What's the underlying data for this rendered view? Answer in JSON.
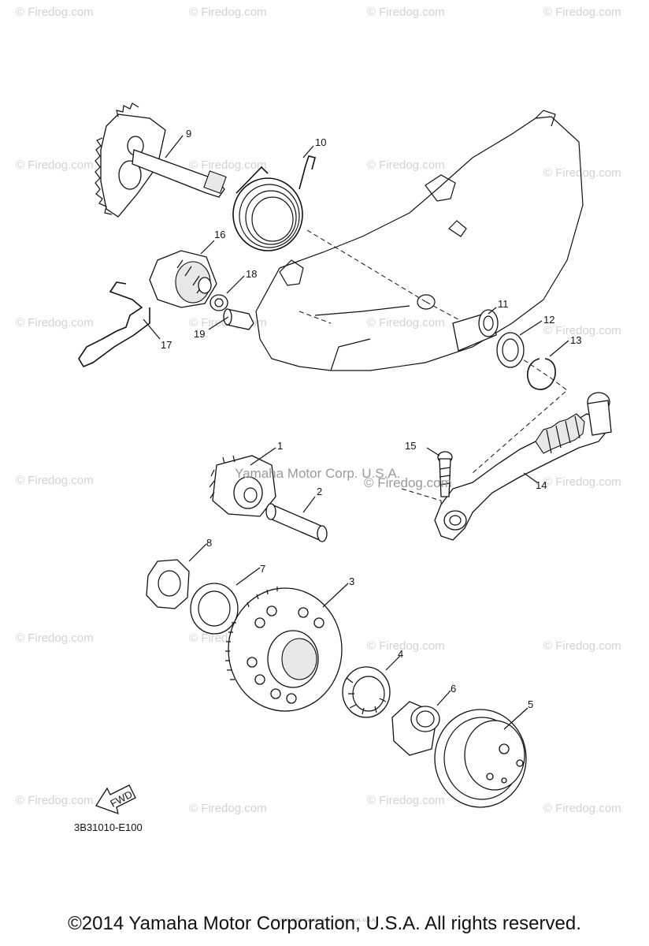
{
  "watermark": "© Firedog.com",
  "center_watermark": {
    "line1": "Yamaha Motor Corp. U.S.A.",
    "line2": "© Firedog.com"
  },
  "part_labels": [
    "1",
    "2",
    "3",
    "4",
    "5",
    "6",
    "7",
    "8",
    "9",
    "10",
    "11",
    "12",
    "13",
    "14",
    "15",
    "16",
    "17",
    "18",
    "19"
  ],
  "direction_label": "FWD",
  "diagram_code": "3B31010-E100",
  "tiny_notice": "(c) 2006-2016 Yamaha Motor Corporation, U.S.A.",
  "copyright": "©2014 Yamaha Motor Corporation, U.S.A. All rights reserved."
}
